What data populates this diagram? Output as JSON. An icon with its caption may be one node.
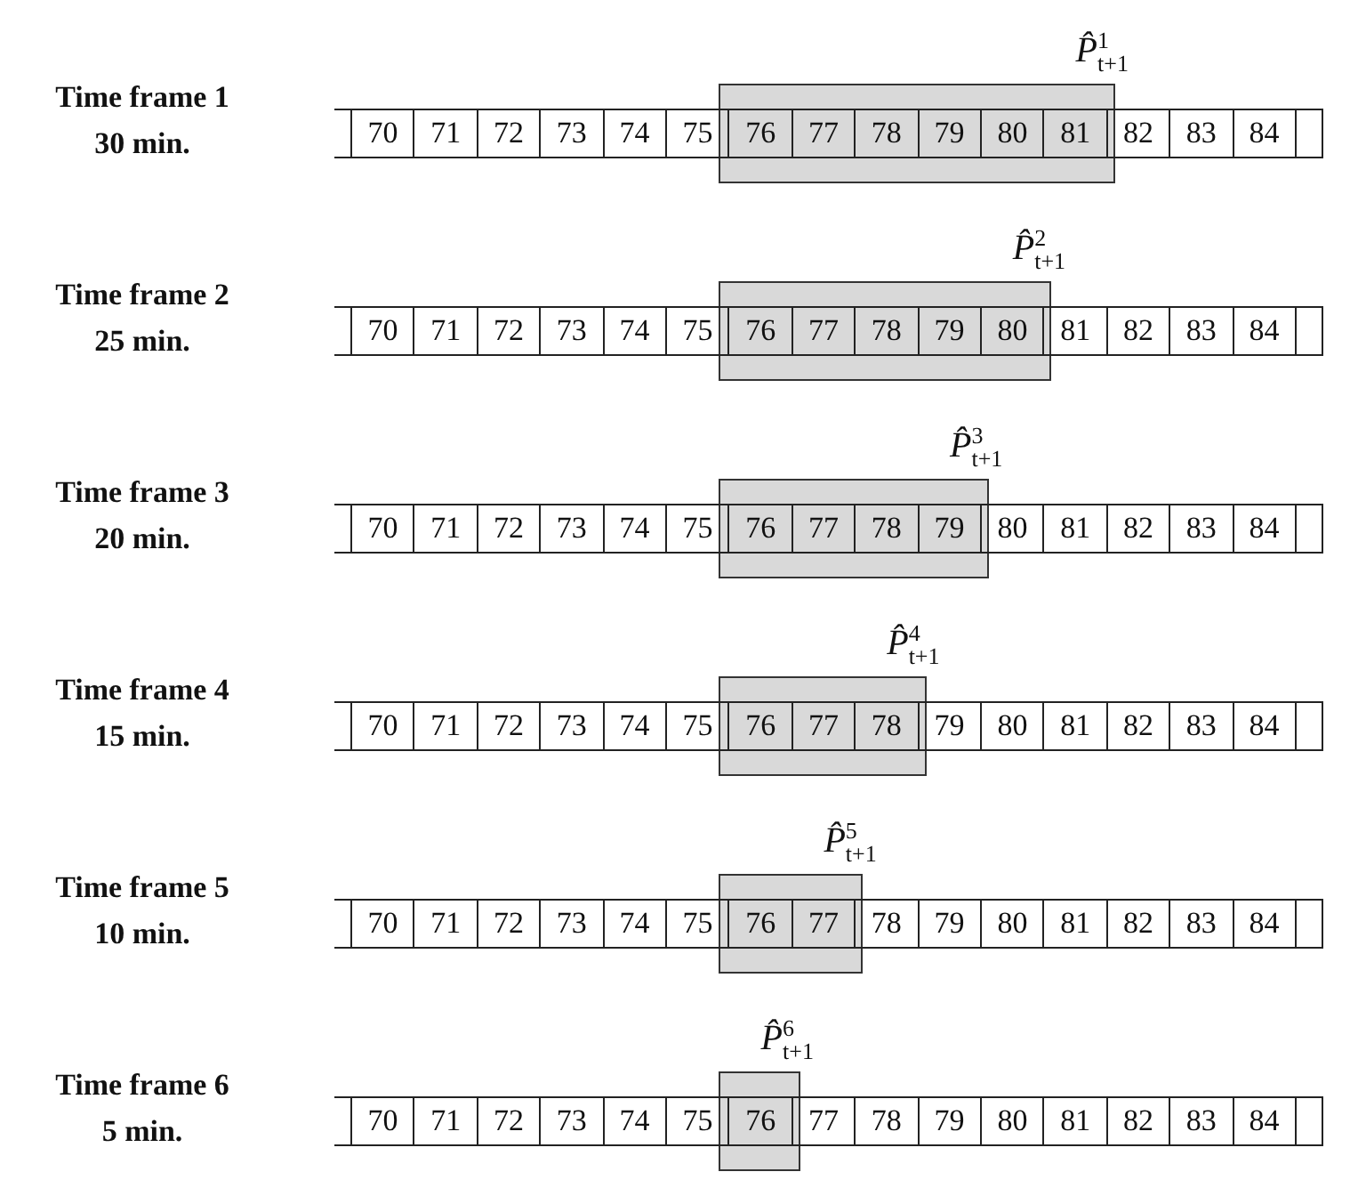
{
  "diagram": {
    "labels": [
      "*P̂*$^{1}$$_{t+1}$",
      "Time frame 1",
      "30 min.",
      "70",
      "71",
      "72",
      "73",
      "74",
      "75",
      "76",
      "77",
      "78",
      "79",
      "80",
      "81",
      "82",
      "83",
      "84",
      "*P̂*$^{2}$$_{t+1}$",
      "Time frame 2",
      "25 min.",
      "70",
      "71",
      "72",
      "73",
      "74",
      "75",
      "76",
      "77",
      "78",
      "79",
      "80",
      "81",
      "82",
      "83",
      "84",
      "*P̂*$^{3}$$_{t+1}$",
      "Time frame 3",
      "20 min.",
      "70",
      "71",
      "72",
      "73",
      "74",
      "75",
      "76",
      "77",
      "78",
      "79",
      "80",
      "81",
      "82",
      "83",
      "84",
      "*P̂*$^{4}$$_{t+1}$",
      "Time frame 4",
      "15 min.",
      "70",
      "71",
      "72",
      "73",
      "74",
      "75",
      "76",
      "77",
      "78",
      "79",
      "80",
      "81",
      "82",
      "83",
      "84",
      "*P̂*$^{5}$$_{t+1}$",
      "Time frame 5",
      "10 min.",
      "70",
      "71",
      "72",
      "73",
      "74",
      "75",
      "76",
      "77",
      "78",
      "79",
      "80",
      "81",
      "82",
      "83",
      "84",
      "*P̂*$^{6}$$_{t+1}$",
      "Time frame 6",
      "5 min.",
      "70",
      "71",
      "72",
      "73",
      "74",
      "75",
      "76",
      "77",
      "78",
      "79",
      "80",
      "81",
      "82",
      "83",
      "84"
    ]
  }
}
